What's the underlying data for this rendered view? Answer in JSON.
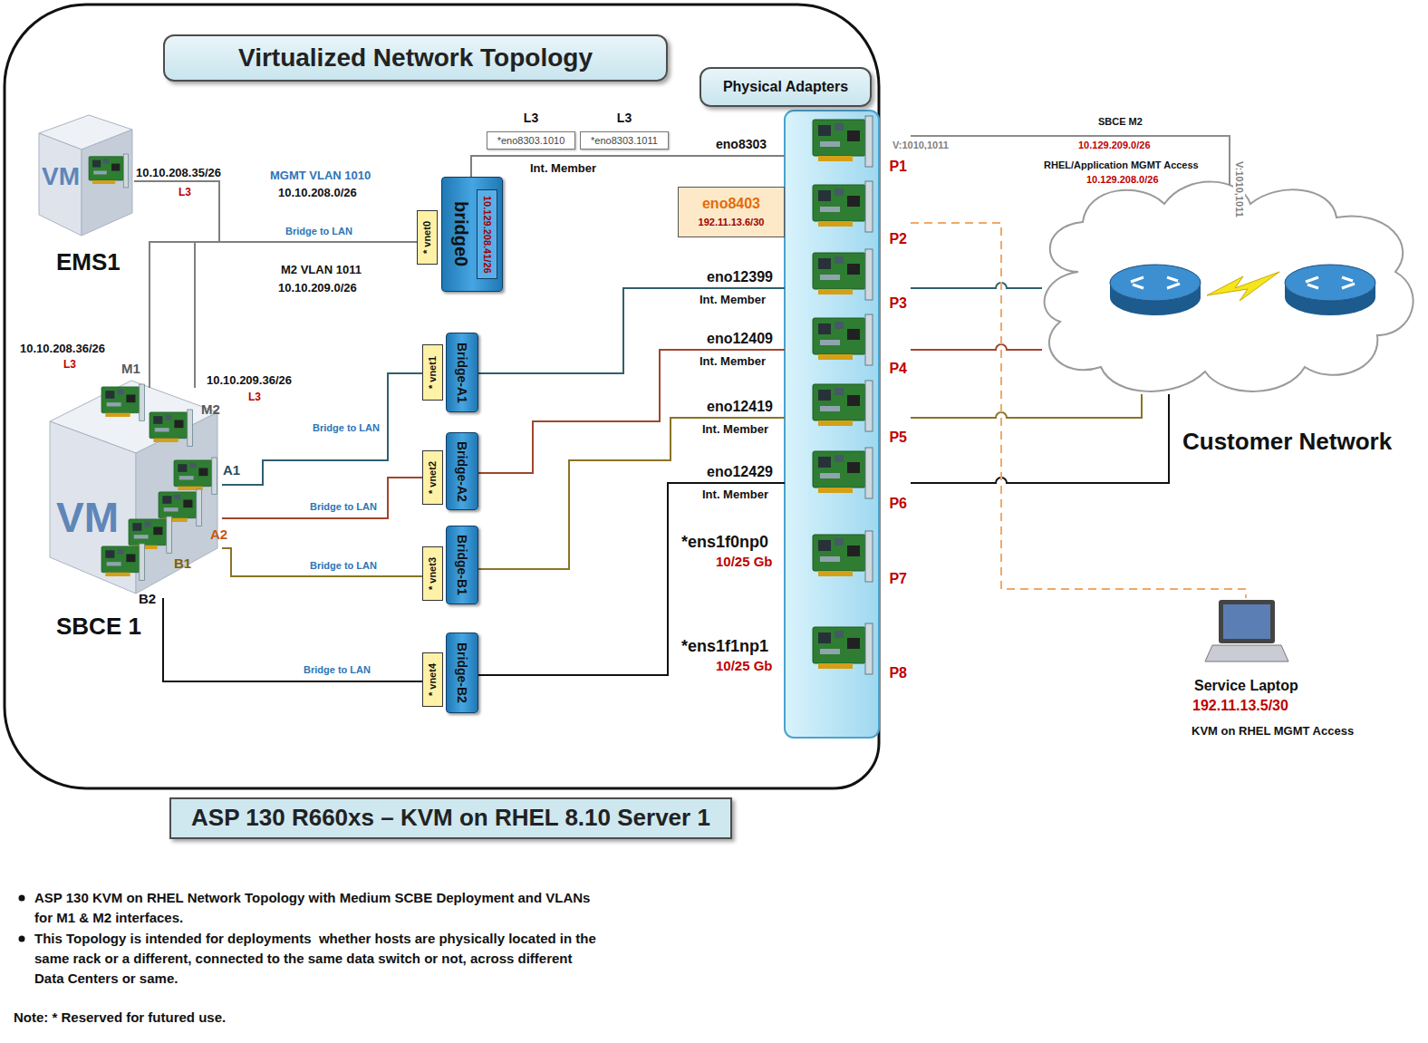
{
  "diagram": {
    "title": "Virtualized Network Topology",
    "caption": "ASP 130 R660xs – KVM on RHEL 8.10 Server 1",
    "nodes": [
      {
        "text": [
          "Physical Adapters"
        ]
      },
      {
        "text": [
          "VM",
          "EMS1"
        ]
      },
      {
        "text": [
          "L3",
          "*eno8303.1010"
        ]
      },
      {
        "text": [
          "L3",
          "*eno8303.1011"
        ]
      },
      {
        "text": [
          "bridge0",
          "10.129.208.41/26"
        ]
      },
      {
        "text": [
          "* vnet0"
        ]
      },
      {
        "text": [
          "eno8403",
          "192.11.13.6/30"
        ]
      },
      {
        "text": [
          "VM",
          "SBCE 1"
        ]
      },
      {
        "text": [
          "Bridge-A1"
        ]
      },
      {
        "text": [
          "* vnet1"
        ]
      },
      {
        "text": [
          "Bridge-A2"
        ]
      },
      {
        "text": [
          "* vnet2"
        ]
      },
      {
        "text": [
          "Bridge-B1"
        ]
      },
      {
        "text": [
          "* vnet3"
        ]
      },
      {
        "text": [
          "Bridge-B2"
        ]
      },
      {
        "text": [
          "* vnet4"
        ]
      },
      {
        "text": [
          "P1"
        ]
      },
      {
        "text": [
          "P2"
        ]
      },
      {
        "text": [
          "P3"
        ]
      },
      {
        "text": [
          "P4"
        ]
      },
      {
        "text": [
          "P5"
        ]
      },
      {
        "text": [
          "P6"
        ]
      },
      {
        "text": [
          "P7"
        ]
      },
      {
        "text": [
          "P8"
        ]
      },
      {
        "text": [
          "Customer Network"
        ]
      },
      {
        "text": [
          "Service Laptop",
          "192.11.13.5/30",
          "KVM on RHEL MGMT Access"
        ]
      }
    ],
    "edges": [
      {
        "from": 1,
        "to": 5,
        "arrow": "none",
        "label": "Bridge to LAN"
      },
      {
        "from": 7,
        "to": 5,
        "arrow": "none"
      },
      {
        "from": 7,
        "to": 5,
        "arrow": "none"
      },
      {
        "from": 7,
        "to": 9,
        "arrow": "none",
        "label": "Bridge to LAN"
      },
      {
        "from": 7,
        "to": 11,
        "arrow": "none",
        "label": "Bridge to LAN"
      },
      {
        "from": 7,
        "to": 13,
        "arrow": "none",
        "label": "Bridge to LAN"
      },
      {
        "from": 7,
        "to": 15,
        "arrow": "none",
        "label": "Bridge to LAN"
      },
      {
        "from": 4,
        "to": 16,
        "arrow": "none",
        "label": "eno8303"
      },
      {
        "from": 8,
        "to": 18,
        "arrow": "none",
        "label": "eno12399"
      },
      {
        "from": 10,
        "to": 19,
        "arrow": "none",
        "label": "eno12409"
      },
      {
        "from": 12,
        "to": 20,
        "arrow": "none",
        "label": "eno12419"
      },
      {
        "from": 14,
        "to": 21,
        "arrow": "none",
        "label": "eno12429"
      },
      {
        "from": 16,
        "to": 24,
        "arrow": "none",
        "label": "V:1010,1011"
      },
      {
        "from": 18,
        "to": 24,
        "arrow": "none"
      },
      {
        "from": 19,
        "to": 24,
        "arrow": "none"
      },
      {
        "from": 20,
        "to": 24,
        "arrow": "none"
      },
      {
        "from": 21,
        "to": 24,
        "arrow": "none"
      },
      {
        "from": 17,
        "to": 25,
        "arrow": "none"
      }
    ],
    "labels": [
      "10.10.208.35/26",
      "L3",
      "MGMT VLAN 1010",
      "10.10.208.0/26",
      "M2 VLAN 1011",
      "10.10.209.0/26",
      "Int. Member",
      "10.10.208.36/26",
      "L3",
      "M1",
      "10.10.209.36/26",
      "L3",
      "M2",
      "A1",
      "A2",
      "B1",
      "B2",
      "Int. Member",
      "Int. Member",
      "Int. Member",
      "Int. Member",
      "*ens1f0np0",
      "10/25 Gb",
      "*ens1f1np1",
      "10/25 Gb",
      "SBCE M2",
      "10.129.209.0/26",
      "RHEL/Application MGMT Access",
      "10.129.208.0/26",
      "V:1010,1011",
      "ASP 130 KVM on RHEL Network Topology with Medium SCBE Deployment and VLANs for M1 & M2 interfaces.",
      "This Topology is intended for deployments  whether hosts are physically located in the same rack or a different, connected to the same data switch or not, across different Data Centers or same.",
      "Note: * Reserved for futured use."
    ]
  }
}
